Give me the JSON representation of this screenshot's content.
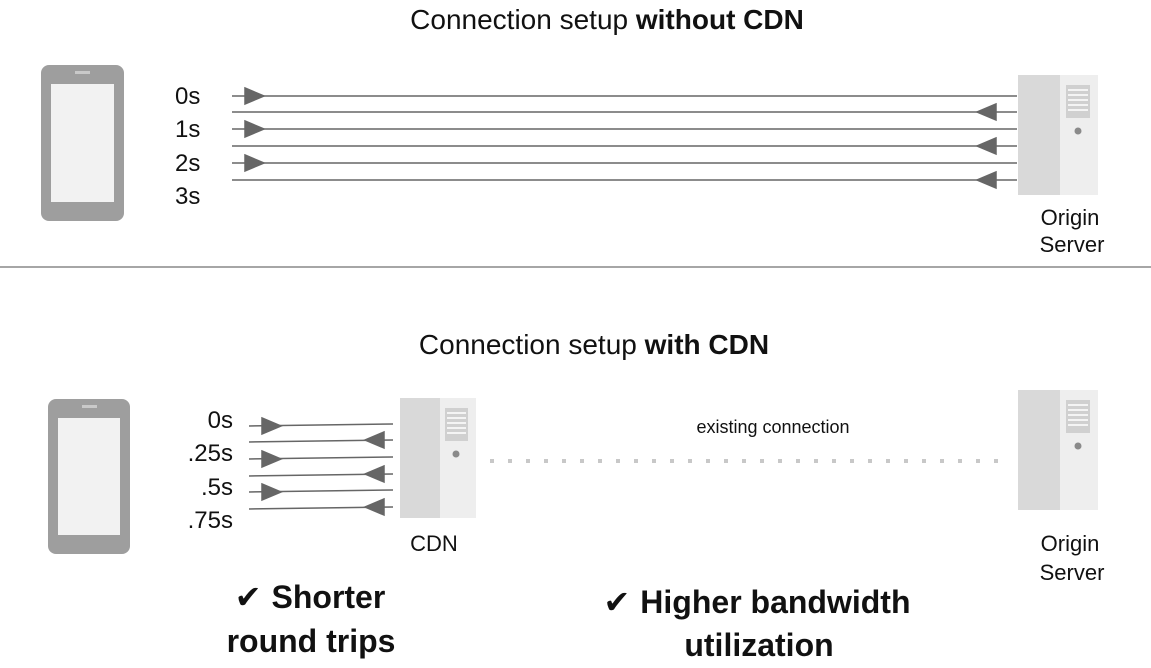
{
  "top": {
    "title_prefix": "Connection setup ",
    "title_bold": "without CDN",
    "times": [
      "0s",
      "1s",
      "2s",
      "3s"
    ],
    "server_label": [
      "Origin",
      "Server"
    ]
  },
  "bottom": {
    "title_prefix": "Connection setup ",
    "title_bold": "with CDN",
    "times": [
      "0s",
      ".25s",
      ".5s",
      ".75s"
    ],
    "cdn_label": "CDN",
    "existing_connection_label": "existing connection",
    "server_label": [
      "Origin",
      "Server"
    ]
  },
  "benefits": [
    {
      "check": "✔",
      "lines": [
        "Shorter",
        "round trips"
      ]
    },
    {
      "check": "✔",
      "lines": [
        "Higher bandwidth",
        "utilization"
      ]
    }
  ],
  "colors": {
    "device": "#9e9e9e",
    "device_screen": "#f2f2f2",
    "server_front": "#eeeeee",
    "server_side": "#d6d6d6",
    "line": "#666666",
    "divider": "#888888",
    "dots": "#c8c8c8"
  }
}
